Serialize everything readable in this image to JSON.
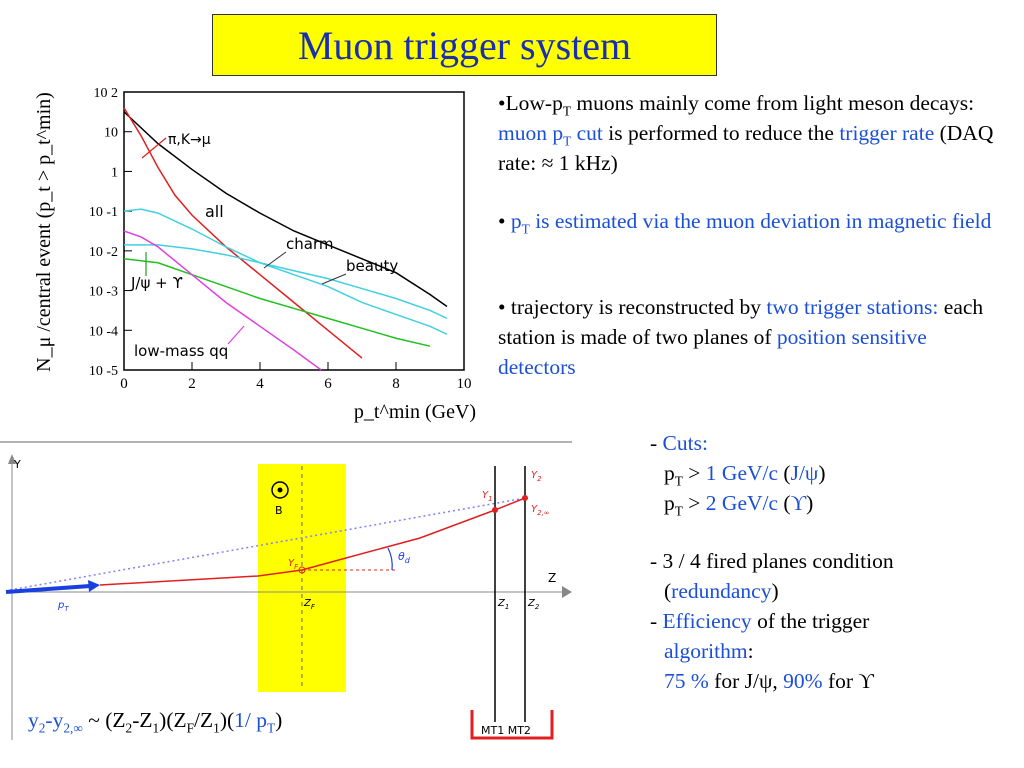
{
  "title": "Muon trigger system",
  "bullets": {
    "b1": {
      "p1": "•Low-p",
      "p1_sub": "T",
      "p2": " muons mainly come from light meson decays: ",
      "p3": "muon p",
      "p3_sub": "T",
      "p4": " cut",
      "p5": " is performed to reduce the ",
      "p6": "trigger rate",
      "p7": " (DAQ rate: ≈ 1 kHz)"
    },
    "b2": {
      "p1": "• ",
      "p2": "p",
      "p2_sub": "T",
      "p3": " is estimated via the muon deviation in magnetic field"
    },
    "b3": {
      "p1": "• trajectory is reconstructed by ",
      "p2": "two  trigger stations:",
      "p3": " each station is made of two planes of ",
      "p4": "position sensitive detectors"
    }
  },
  "cuts": {
    "dash": "- ",
    "label": "Cuts:",
    "row1": {
      "p": "p",
      "sub": "T",
      "gt": " > ",
      "val": "1 GeV/c",
      "open": " (",
      "part": "J/ψ",
      "close": ")"
    },
    "row2": {
      "p": "p",
      "sub": "T",
      "gt": " > ",
      "val": "2 GeV/c",
      "open": " (",
      "part": "ϒ",
      "close": ")"
    }
  },
  "conditions": {
    "c1a": "- 3 / 4 fired planes condition",
    "c1b_open": "(",
    "c1b": "redundancy",
    "c1b_close": ")",
    "c2_dash": "- ",
    "c2a": "Efficiency",
    "c2b": " of the trigger",
    "c2c": "algorithm",
    "c2c_colon": ":",
    "c3a": "75 %",
    "c3b": " for J/ψ, ",
    "c3c": "90%",
    "c3d": " for ϒ"
  },
  "formula": {
    "y2": "y",
    "y2sub": "2",
    "dash": "-y",
    "y2inf_sub": "2,∞",
    "rest1": " ~ (Z",
    "s1": "2",
    "r2": "-Z",
    "s2": "1",
    "r3": ")(Z",
    "s3": "F",
    "r4": "/Z",
    "s4": "1",
    "r5": ")(",
    "r6": "1/ p",
    "s6": "T",
    "r7": ")"
  },
  "chart_data": {
    "type": "line",
    "title": "",
    "xlabel": "p_t^min (GeV)",
    "ylabel": "N_μ /central event (p_t > p_t^min)",
    "xlim": [
      0,
      10
    ],
    "ylim_log10": [
      -5,
      2
    ],
    "x_ticks": [
      "0",
      "2",
      "4",
      "6",
      "8",
      "10"
    ],
    "y_ticks": [
      "10 2",
      "10",
      "1",
      "10 -1",
      "10 -2",
      "10 -3",
      "10 -4",
      "10 -5"
    ],
    "scale_y": "log",
    "series": [
      {
        "name": "all",
        "color": "#000000",
        "x": [
          0,
          0.5,
          1,
          2,
          3,
          4,
          5,
          6,
          7,
          8,
          9,
          9.5
        ],
        "y_log10": [
          1.5,
          1.1,
          0.7,
          0.05,
          -0.55,
          -1.05,
          -1.5,
          -1.85,
          -2.2,
          -2.55,
          -3.1,
          -3.4
        ]
      },
      {
        "name": "π,K→μ",
        "color": "#e02020",
        "x": [
          0,
          0.5,
          1,
          1.5,
          2,
          3,
          4,
          5,
          6,
          7
        ],
        "y_log10": [
          1.6,
          0.9,
          0.1,
          -0.6,
          -1.1,
          -1.9,
          -2.6,
          -3.3,
          -4.0,
          -4.7
        ]
      },
      {
        "name": "charm",
        "color": "#40d0e0",
        "x": [
          0,
          0.5,
          1,
          2,
          3,
          4,
          5,
          6,
          7,
          8,
          9,
          9.5
        ],
        "y_log10": [
          -1.0,
          -0.95,
          -1.05,
          -1.45,
          -1.9,
          -2.3,
          -2.6,
          -2.9,
          -3.3,
          -3.6,
          -3.9,
          -4.1
        ]
      },
      {
        "name": "beauty",
        "color": "#40d0e0",
        "x": [
          0,
          1,
          2,
          3,
          4,
          5,
          6,
          7,
          8,
          9,
          9.5
        ],
        "y_log10": [
          -1.85,
          -1.85,
          -1.95,
          -2.1,
          -2.3,
          -2.5,
          -2.7,
          -2.95,
          -3.2,
          -3.5,
          -3.7
        ]
      },
      {
        "name": "J/ψ + ϒ",
        "color": "#20c020",
        "x": [
          0,
          1,
          2,
          3,
          4,
          5,
          6,
          7,
          8,
          9
        ],
        "y_log10": [
          -2.2,
          -2.3,
          -2.6,
          -2.9,
          -3.2,
          -3.45,
          -3.7,
          -3.95,
          -4.2,
          -4.4
        ]
      },
      {
        "name": "low-mass qq",
        "color": "#e040e0",
        "x": [
          0,
          0.5,
          1,
          2,
          3,
          4,
          5,
          5.8
        ],
        "y_log10": [
          -1.5,
          -1.65,
          -1.9,
          -2.6,
          -3.3,
          -3.9,
          -4.5,
          -5.0
        ]
      }
    ],
    "labels": {
      "all": "all",
      "pik": "π,K→μ",
      "charm": "charm",
      "beauty": "beauty",
      "jpsi": "J/ψ + ϒ",
      "lowmass": "low-mass qq"
    }
  },
  "diagram": {
    "axis_y": "Y",
    "axis_z": "Z",
    "field": "B",
    "pt": "p",
    "pt_sub": "T",
    "zf": "Z",
    "zf_sub": "F",
    "z1": "Z",
    "z1_sub": "1",
    "z2": "Z",
    "z2_sub": "2",
    "yf": "Y",
    "yf_sub": "F",
    "y1": "Y",
    "y1_sub": "1",
    "y2": "Y",
    "y2_sub": "2",
    "y2inf": "Y",
    "y2inf_sub": "2,∞",
    "theta": "θ",
    "theta_sub": "d",
    "mt": "MT1 MT2"
  },
  "colors": {
    "accent_blue": "#1a4fd6",
    "title_bg": "#ffff00",
    "magnet": "#ffff00",
    "track": "#e02020"
  }
}
